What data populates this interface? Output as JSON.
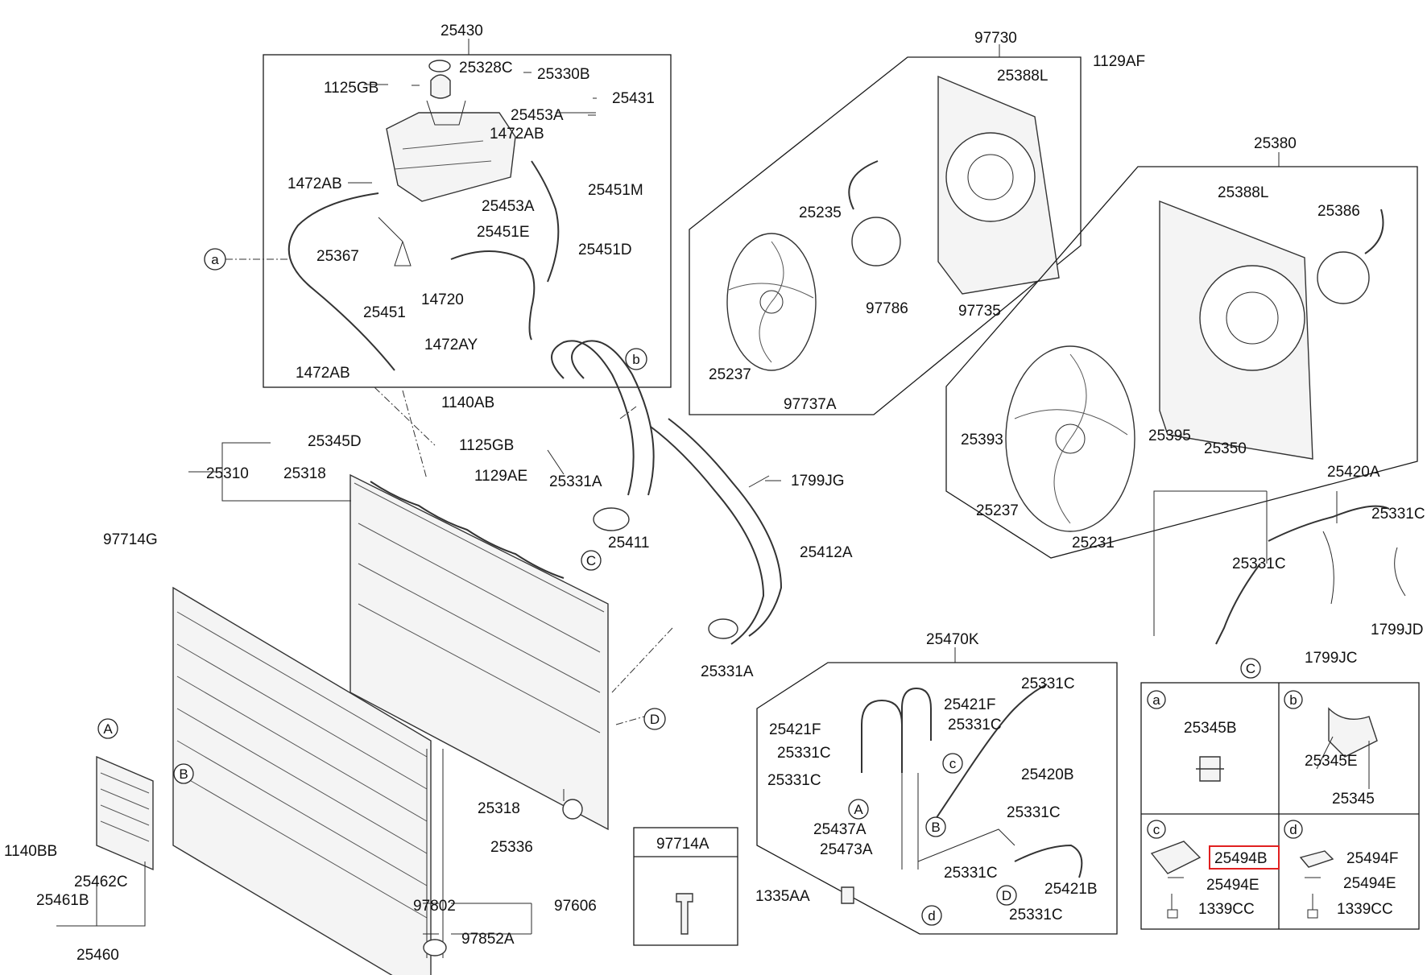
{
  "colors": {
    "line": "#1a1a1a",
    "highlight": "#e02020",
    "background": "#ffffff"
  },
  "labels": {
    "p25430": "25430",
    "p25328C": "25328C",
    "p25330B": "25330B",
    "p1125GB_top": "1125GB",
    "p25431": "25431",
    "p25453A_top": "25453A",
    "p1472AB_a": "1472AB",
    "p1472AB_b": "1472AB",
    "p25451M": "25451M",
    "p25453A_mid": "25453A",
    "p25451E": "25451E",
    "p25451D": "25451D",
    "p25367": "25367",
    "p14720": "14720",
    "p25451": "25451",
    "p1472AY": "1472AY",
    "p1472AB_c": "1472AB",
    "p97730": "97730",
    "p25388L_a": "25388L",
    "p1129AF": "1129AF",
    "p25235": "25235",
    "p97786": "97786",
    "p97735": "97735",
    "p25237_a": "25237",
    "p97737A": "97737A",
    "p25380": "25380",
    "p25388L_b": "25388L",
    "p25386": "25386",
    "p25395": "25395",
    "p25350": "25350",
    "p25393": "25393",
    "p25237_b": "25237",
    "p25231": "25231",
    "p1140AB": "1140AB",
    "p25345D": "25345D",
    "p1125GB_mid": "1125GB",
    "p25310": "25310",
    "p25318_a": "25318",
    "p25331A_a": "25331A",
    "p1799JG": "1799JG",
    "p1129AE": "1129AE",
    "p97714G": "97714G",
    "p25411": "25411",
    "p25412A": "25412A",
    "p25331A_b": "25331A",
    "p25420A": "25420A",
    "p25331C_r1": "25331C",
    "p25331C_r2": "25331C",
    "p1799JC": "1799JC",
    "p1799JD": "1799JD",
    "p25470K": "25470K",
    "p25331C_k1": "25331C",
    "p25421F_a": "25421F",
    "p25421F_b": "25421F",
    "p25331C_k2": "25331C",
    "p25331C_k3": "25331C",
    "p25331C_k4": "25331C",
    "p25420B": "25420B",
    "p25331C_k5": "25331C",
    "p25437A": "25437A",
    "p25473A": "25473A",
    "p25331C_k6": "25331C",
    "p25421B": "25421B",
    "p1335AA": "1335AA",
    "p25331C_k7": "25331C",
    "p25318_b": "25318",
    "p25336": "25336",
    "p97802": "97802",
    "p97606": "97606",
    "p97852A": "97852A",
    "p97714A": "97714A",
    "p1140BB": "1140BB",
    "p25462C": "25462C",
    "p25461B": "25461B",
    "p25460": "25460",
    "p25345B": "25345B",
    "p25345E": "25345E",
    "p25345": "25345",
    "p25494B": "25494B",
    "p25494E_c": "25494E",
    "p1339CC_c": "1339CC",
    "p25494F": "25494F",
    "p25494E_d": "25494E",
    "p1339CC_d": "1339CC"
  },
  "callouts": {
    "a": "a",
    "b": "b",
    "c": "c",
    "d": "d",
    "C_upper": "C",
    "C_right": "C",
    "D_rad": "D",
    "A_cooler": "A",
    "B_cooler": "B",
    "A_kit": "A",
    "B_kit": "B",
    "c_kit": "c",
    "d_kit": "d",
    "D_kit": "D"
  },
  "legend": {
    "a": "a",
    "b": "b",
    "c": "c",
    "d": "d"
  },
  "highlighted_part": "25494B"
}
